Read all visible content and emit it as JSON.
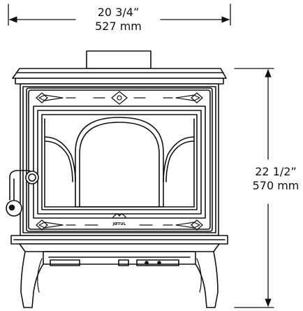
{
  "dimensions": {
    "width_imperial": "20 3/4”",
    "width_metric": "527 mm",
    "height_imperial": "22  1/2”",
    "height_metric": "570  mm"
  },
  "logo": {
    "text": "JØTUL"
  },
  "colors": {
    "ink": "#111111",
    "background": "#ffffff"
  }
}
